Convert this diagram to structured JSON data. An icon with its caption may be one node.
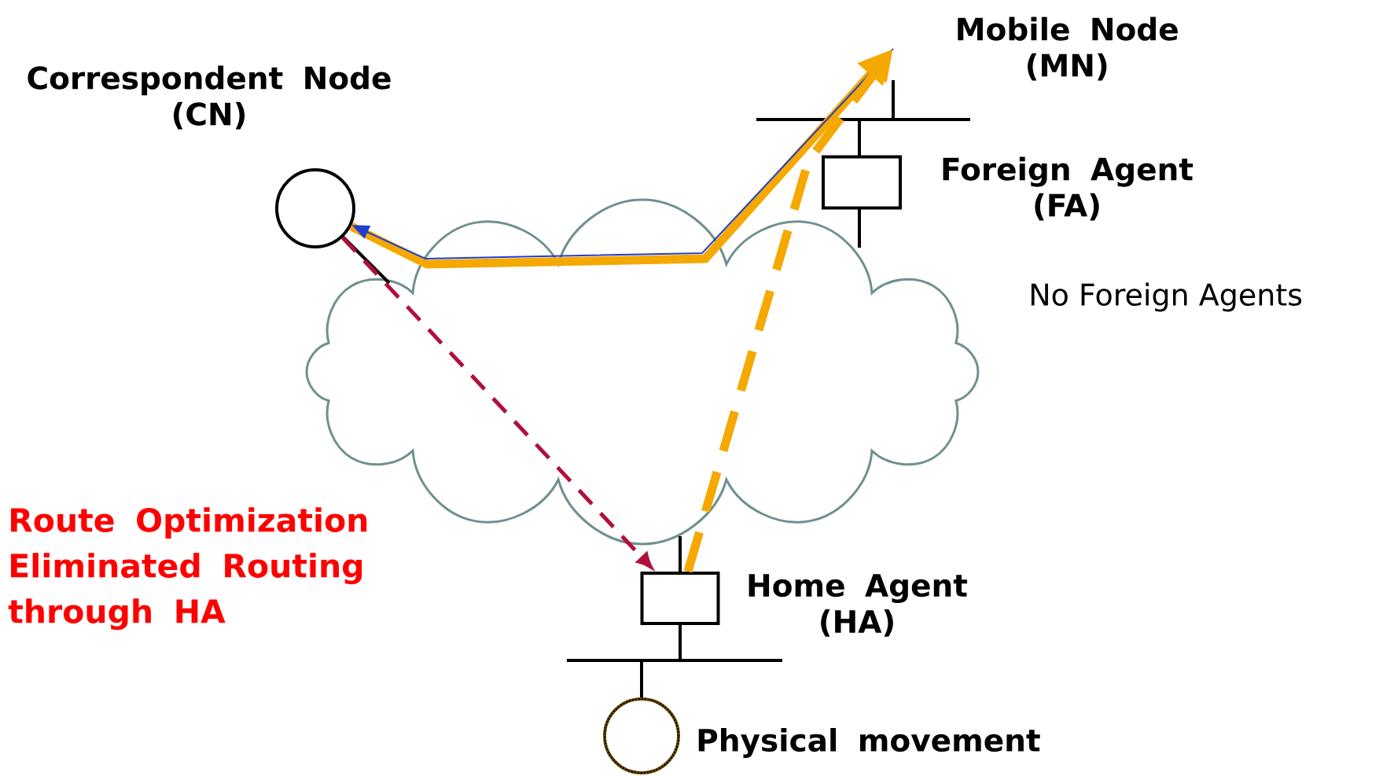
{
  "diagram": {
    "nodes": [
      {
        "text": [
          "Correspondent Node (CN)"
        ]
      },
      {
        "text": [
          "Mobile Node (MN)"
        ]
      },
      {
        "text": [
          "Foreign Agent (FA)"
        ]
      },
      {
        "text": [
          "Home Agent (HA)"
        ]
      },
      {
        "text": [
          "Physical movement"
        ]
      }
    ],
    "edges": [
      {
        "from": 0,
        "to": 1,
        "arrow": "to",
        "style": "thick"
      },
      {
        "from": 1,
        "to": 0,
        "arrow": "to",
        "color": "#1f3fd0"
      },
      {
        "from": 3,
        "to": 1,
        "arrow": "to",
        "style": "dashed"
      },
      {
        "from": 0,
        "to": 3,
        "arrow": "to",
        "style": "dashed",
        "color": "#b0103c"
      }
    ],
    "labels": [
      "No Foreign Agents",
      "Route Optimization Eliminated Routing through HA"
    ]
  }
}
